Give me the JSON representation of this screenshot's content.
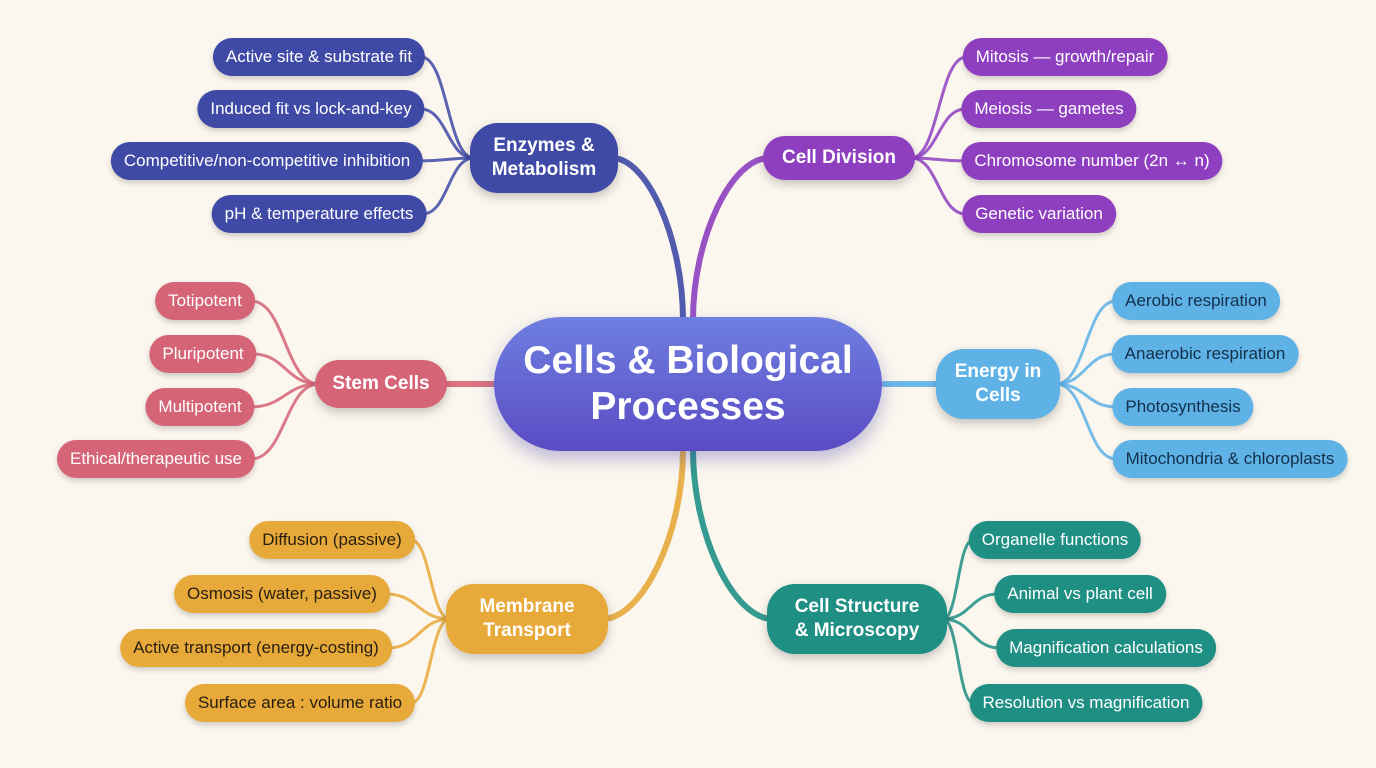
{
  "central_topic": "Cells & Biological\nProcesses",
  "branches": [
    {
      "key": "enzymes",
      "label": "Enzymes &\nMetabolism",
      "color": "#3f4aa6",
      "leaves": [
        "Active site & substrate fit",
        "Induced fit vs lock-and-key",
        "Competitive/non-competitive inhibition",
        "pH & temperature effects"
      ]
    },
    {
      "key": "division",
      "label": "Cell Division",
      "color": "#8e3fbf",
      "leaves": [
        "Mitosis — growth/repair",
        "Meiosis — gametes",
        "Chromosome number (2n ↔ n)",
        "Genetic variation"
      ]
    },
    {
      "key": "stem",
      "label": "Stem Cells",
      "color": "#d46476",
      "leaves": [
        "Totipotent",
        "Pluripotent",
        "Multipotent",
        "Ethical/therapeutic use"
      ]
    },
    {
      "key": "energy",
      "label": "Energy in\nCells",
      "color": "#5eb2e6",
      "leaves": [
        "Aerobic respiration",
        "Anaerobic respiration",
        "Photosynthesis",
        "Mitochondria & chloroplasts"
      ]
    },
    {
      "key": "transport",
      "label": "Membrane\nTransport",
      "color": "#e7a93a",
      "leaves": [
        "Diffusion (passive)",
        "Osmosis (water, passive)",
        "Active transport (energy-costing)",
        "Surface area : volume ratio"
      ]
    },
    {
      "key": "structure",
      "label": "Cell Structure\n& Microscopy",
      "color": "#1f8f84",
      "leaves": [
        "Organelle functions",
        "Animal vs plant cell",
        "Magnification calculations",
        "Resolution vs magnification"
      ]
    }
  ]
}
